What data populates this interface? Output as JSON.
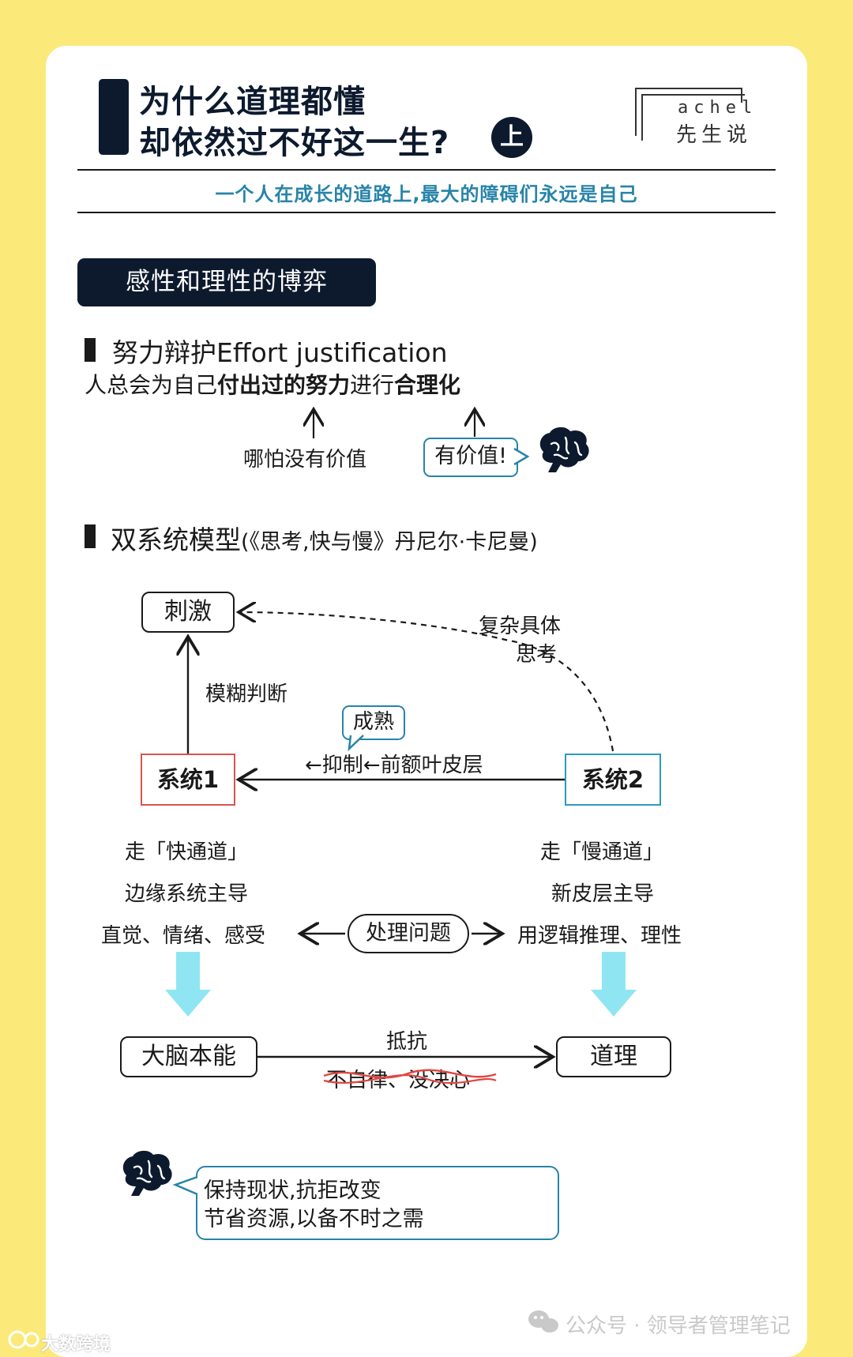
{
  "header": {
    "title_line1": "为什么道理都懂",
    "title_line2": "却依然过不好这一生?",
    "title_badge": "上",
    "subtitle": "一个人在成长的道路上,最大的障碍们永远是自己",
    "logo_en": "achel",
    "logo_cn": "先生说"
  },
  "section": {
    "pill": "感性和理性的博弈"
  },
  "effort": {
    "heading": "努力辩护Effort justification",
    "sentence_pre": "人总会为自己",
    "sentence_bold1": "付出过的努力",
    "sentence_mid": "进行",
    "sentence_bold2": "合理化",
    "note_left": "哪怕没有价值",
    "bubble": "有价值!"
  },
  "model": {
    "heading": "双系统模型",
    "heading_ref": "(《思考,快与慢》丹尼尔·卡尼曼)"
  },
  "diagram": {
    "stimulus": "刺激",
    "complex_line1": "复杂具体",
    "complex_line2": "思考",
    "fuzzy": "模糊判断",
    "mature": "成熟",
    "suppress": "←抑制←前额叶皮层",
    "system1": "系统1",
    "system2": "系统2",
    "left_line1": "走「快通道」",
    "left_line2": "边缘系统主导",
    "left_line3": "直觉、情绪、感受",
    "right_line1": "走「慢通道」",
    "right_line2": "新皮层主导",
    "right_line3": "用逻辑推理、理性",
    "process": "处理问题",
    "instinct": "大脑本能",
    "reason": "道理",
    "resist": "抵抗",
    "crossed": "不自律、没决心"
  },
  "brain_note": {
    "line1": "保持现状,抗拒改变",
    "line2": "节省资源,以备不时之需"
  },
  "watermarks": {
    "right": "公众号 · 领导者管理笔记",
    "left": "大数跨境"
  },
  "colors": {
    "background": "#fbe97a",
    "navy": "#0d1a2e",
    "blue": "#2784a8",
    "system1_border": "#d9534f",
    "system2_border": "#2b9bbf",
    "arrow_cyan": "#8fe6f2",
    "strike_red": "#e0463f"
  }
}
